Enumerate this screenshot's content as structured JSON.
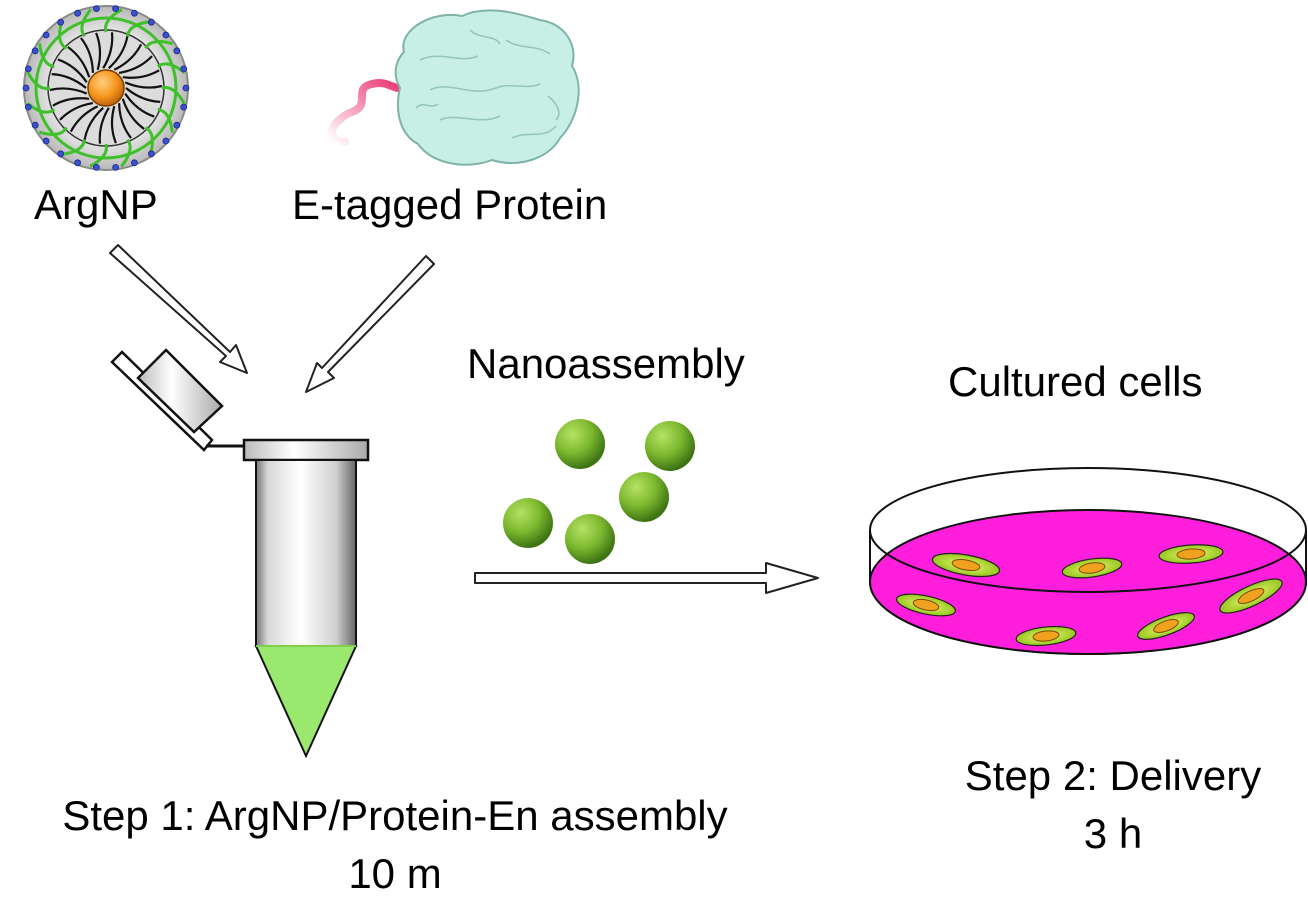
{
  "labels": {
    "argnp": "ArgNP",
    "protein": "E-tagged Protein",
    "nanoassembly": "Nanoassembly",
    "cultured_cells": "Cultured cells",
    "step1": "Step 1: ArgNP/Protein-En assembly",
    "step1_time": "10 m",
    "step2": "Step 2: Delivery",
    "step2_time": "3 h"
  },
  "colors": {
    "nanoparticle_core": "#f7961e",
    "ligand_green": "#3fbf2a",
    "protein_surface": "#c8efe6",
    "tag": "#e8326e",
    "tube_liquid": "#9be86f",
    "nanoassembly_sphere": "#7cb82f",
    "dish_medium": "#ff1edc",
    "cell_body": "#c8ee2a",
    "cell_nucleus": "#f0a21e"
  }
}
